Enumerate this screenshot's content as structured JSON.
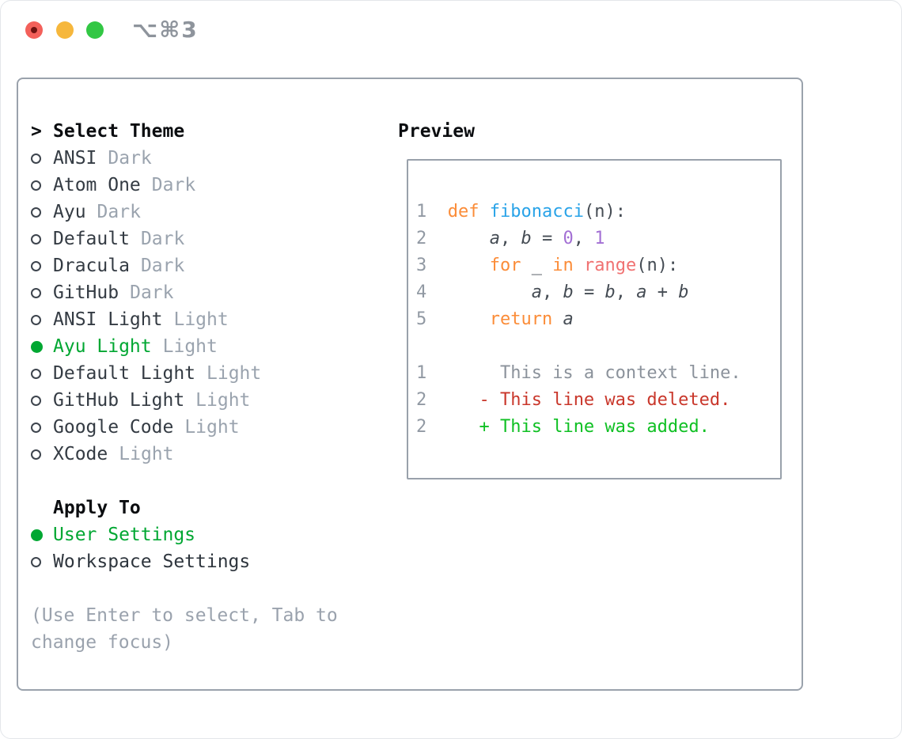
{
  "titlebar": {
    "shortcut_label": "⌥⌘3",
    "traffic_lights": [
      {
        "name": "close",
        "color": "#f3605a"
      },
      {
        "name": "minimize",
        "color": "#f6b73c"
      },
      {
        "name": "zoom",
        "color": "#32c744"
      }
    ]
  },
  "theme_list": {
    "prefix": ">",
    "header": "Select Theme",
    "items": [
      {
        "name": "ANSI",
        "tag": "Dark",
        "selected": false
      },
      {
        "name": "Atom One",
        "tag": "Dark",
        "selected": false
      },
      {
        "name": "Ayu",
        "tag": "Dark",
        "selected": false
      },
      {
        "name": "Default",
        "tag": "Dark",
        "selected": false
      },
      {
        "name": "Dracula",
        "tag": "Dark",
        "selected": false
      },
      {
        "name": "GitHub",
        "tag": "Dark",
        "selected": false
      },
      {
        "name": "ANSI Light",
        "tag": "Light",
        "selected": false
      },
      {
        "name": "Ayu Light",
        "tag": "Light",
        "selected": true
      },
      {
        "name": "Default Light",
        "tag": "Light",
        "selected": false
      },
      {
        "name": "GitHub Light",
        "tag": "Light",
        "selected": false
      },
      {
        "name": "Google Code",
        "tag": "Light",
        "selected": false
      },
      {
        "name": "XCode",
        "tag": "Light",
        "selected": false
      }
    ]
  },
  "apply_to": {
    "header": "Apply To",
    "options": [
      {
        "label": "User Settings",
        "selected": true
      },
      {
        "label": "Workspace Settings",
        "selected": false
      }
    ]
  },
  "help_text": "(Use Enter to select, Tab to change focus)",
  "preview": {
    "header": "Preview",
    "lines": [
      {
        "ln": "1",
        "tokens": [
          {
            "text": "  ",
            "style": "fg"
          },
          {
            "text": "def",
            "style": "kw"
          },
          {
            "text": " ",
            "style": "fg"
          },
          {
            "text": "fibonacci",
            "style": "fn"
          },
          {
            "text": "(n):",
            "style": "fg"
          }
        ]
      },
      {
        "ln": "2",
        "tokens": [
          {
            "text": "      ",
            "style": "fg"
          },
          {
            "text": "a",
            "style": "var"
          },
          {
            "text": ", ",
            "style": "fg"
          },
          {
            "text": "b",
            "style": "var"
          },
          {
            "text": " = ",
            "style": "fg"
          },
          {
            "text": "0",
            "style": "num"
          },
          {
            "text": ", ",
            "style": "fg"
          },
          {
            "text": "1",
            "style": "num"
          }
        ]
      },
      {
        "ln": "3",
        "tokens": [
          {
            "text": "      ",
            "style": "fg"
          },
          {
            "text": "for",
            "style": "kw"
          },
          {
            "text": " _ ",
            "style": "fg"
          },
          {
            "text": "in",
            "style": "kw"
          },
          {
            "text": " ",
            "style": "fg"
          },
          {
            "text": "range",
            "style": "call"
          },
          {
            "text": "(n):",
            "style": "fg"
          }
        ]
      },
      {
        "ln": "4",
        "tokens": [
          {
            "text": "          ",
            "style": "fg"
          },
          {
            "text": "a",
            "style": "var"
          },
          {
            "text": ", ",
            "style": "fg"
          },
          {
            "text": "b",
            "style": "var"
          },
          {
            "text": " = ",
            "style": "fg"
          },
          {
            "text": "b",
            "style": "var"
          },
          {
            "text": ", ",
            "style": "fg"
          },
          {
            "text": "a",
            "style": "var"
          },
          {
            "text": " + ",
            "style": "fg"
          },
          {
            "text": "b",
            "style": "var"
          }
        ]
      },
      {
        "ln": "5",
        "tokens": [
          {
            "text": "      ",
            "style": "fg"
          },
          {
            "text": "return",
            "style": "kw"
          },
          {
            "text": " ",
            "style": "fg"
          },
          {
            "text": "a",
            "style": "var"
          }
        ]
      },
      {
        "ln": "",
        "tokens": []
      },
      {
        "ln": "1",
        "tokens": [
          {
            "text": "       This is a context line.",
            "style": "ctx"
          }
        ]
      },
      {
        "ln": "2",
        "tokens": [
          {
            "text": "     ",
            "style": "fg"
          },
          {
            "text": "- This line was deleted.",
            "style": "del"
          }
        ]
      },
      {
        "ln": "2",
        "tokens": [
          {
            "text": "     ",
            "style": "fg"
          },
          {
            "text": "+ This line was added.",
            "style": "add"
          }
        ]
      }
    ]
  },
  "colors": {
    "selection_green": "#00a732",
    "diff_added_green": "#0fc023",
    "diff_deleted_red": "#c9372b",
    "syntax_keyword_orange": "#fb8c38",
    "syntax_function_blue": "#29a3e8",
    "syntax_number_purple": "#a370d4",
    "syntax_call_coral": "#f07171",
    "muted_gray": "#9aa2ad",
    "panel_border_gray": "#9aa2ac"
  }
}
